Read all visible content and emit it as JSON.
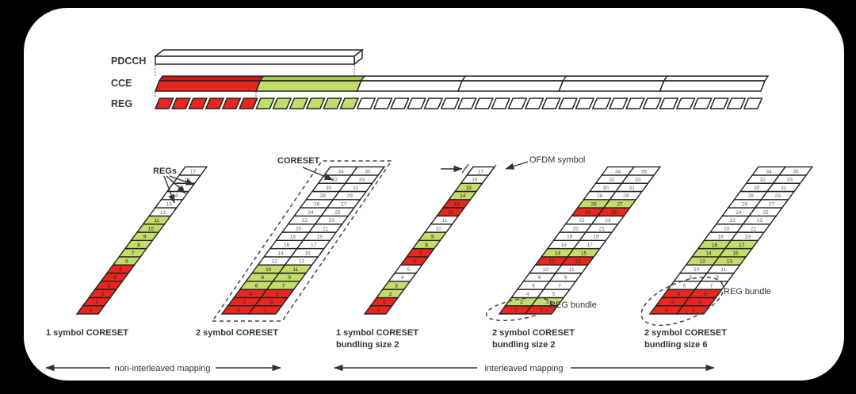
{
  "palette": {
    "red": "#e8251f",
    "red_dark": "#c41d19",
    "green": "#c3dd6c",
    "green_dark": "#a8c759",
    "white": "#ffffff",
    "outline": "#222222",
    "number_on_white": "#56627c",
    "number_on_color": "#262626"
  },
  "top_diagram": {
    "row_labels": [
      "PDCCH",
      "CCE",
      "REG"
    ],
    "pdcch_spans_cce_count": 2,
    "cce_segments": [
      "red",
      "green",
      "white",
      "white",
      "white",
      "white"
    ],
    "reg_segments": [
      {
        "color": "red",
        "count": 6
      },
      {
        "color": "green",
        "count": 6
      },
      {
        "color": "white",
        "count": 24
      }
    ]
  },
  "annotations": {
    "regs_label": "REGs",
    "coreset_label": "CORESET",
    "ofdm_symbol_label": "OFDM symbol",
    "reg_bundle_label_1": "REG bundle",
    "reg_bundle_label_2": "REG bundle"
  },
  "ladder_numbering": "cells numbered from 0 starting at bottom row, left-to-right then upward (n = row*columns + column)",
  "ladders": [
    {
      "caption_lines": [
        "1 symbol CORESET"
      ],
      "columns": 1,
      "rows": 18,
      "row_colors": [
        "red",
        "red",
        "red",
        "red",
        "red",
        "red",
        "green",
        "green",
        "green",
        "green",
        "green",
        "green",
        "white",
        "white",
        "white",
        "white",
        "white",
        "white"
      ]
    },
    {
      "caption_lines": [
        "2 symbol CORESET"
      ],
      "columns": 2,
      "rows": 18,
      "dashed_outline": true,
      "row_colors": [
        "red",
        "red",
        "red",
        "green",
        "green",
        "green",
        "white",
        "white",
        "white",
        "white",
        "white",
        "white",
        "white",
        "white",
        "white",
        "white",
        "white",
        "white"
      ]
    },
    {
      "caption_lines": [
        "1 symbol CORESET",
        "bundling size 2"
      ],
      "columns": 1,
      "rows": 18,
      "row_colors": [
        "red",
        "red",
        "green",
        "green",
        "white",
        "white",
        "red",
        "red",
        "green",
        "green",
        "white",
        "white",
        "red",
        "red",
        "green",
        "green",
        "white",
        "white"
      ]
    },
    {
      "caption_lines": [
        "2 symbol CORESET",
        "bundling size 2"
      ],
      "columns": 2,
      "rows": 18,
      "bundle_ellipse_rows": 1,
      "row_colors": [
        "red",
        "green",
        "white",
        "white",
        "white",
        "white",
        "red",
        "green",
        "white",
        "white",
        "white",
        "white",
        "red",
        "green",
        "white",
        "white",
        "white",
        "white"
      ]
    },
    {
      "caption_lines": [
        "2 symbol CORESET",
        "bundling size 6"
      ],
      "columns": 2,
      "rows": 18,
      "bundle_ellipse_rows": 3,
      "row_colors": [
        "red",
        "red",
        "red",
        "white",
        "white",
        "white",
        "green",
        "green",
        "green",
        "white",
        "white",
        "white",
        "white",
        "white",
        "white",
        "white",
        "white",
        "white"
      ]
    }
  ],
  "footer": {
    "left_arrow_label": "non-interleaved mapping",
    "right_arrow_label": "interleaved mapping"
  }
}
